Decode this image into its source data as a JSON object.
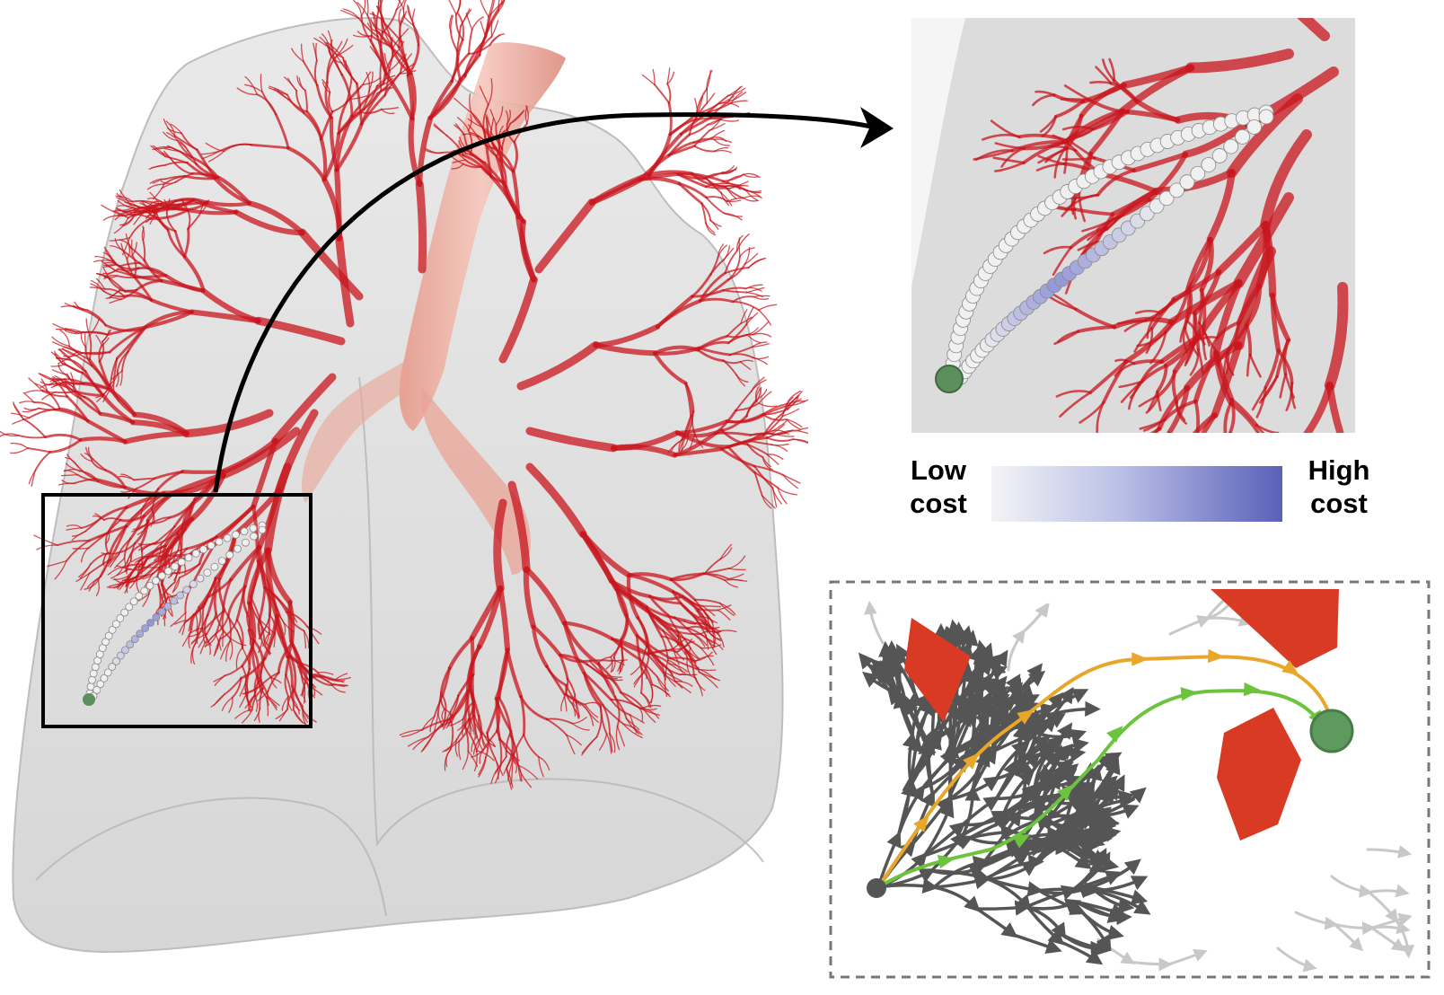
{
  "legend": {
    "low_label_line1": "Low",
    "low_label_line2": "cost",
    "high_label_line1": "High",
    "high_label_line2": "cost",
    "low_color": "#f4f4f6",
    "high_color": "#5a60b8"
  },
  "colors": {
    "vessel": "#c8161d",
    "lung_shell": "#d0d0d0",
    "trachea": "#f0b3a6",
    "obstacle": "#d93a23",
    "tree_dark": "#555555",
    "tree_light": "#c8c8c8",
    "path_orange": "#e8a72a",
    "path_green": "#6cc43e",
    "goal": "#5a8f5a",
    "start": "#555555",
    "spheres_low": "#f0f0f0",
    "spheres_high": "#7a7fd0"
  },
  "icons": {
    "start_node": "start-dot-icon",
    "goal_node": "goal-circle-icon",
    "arrow": "arrowhead-icon"
  }
}
